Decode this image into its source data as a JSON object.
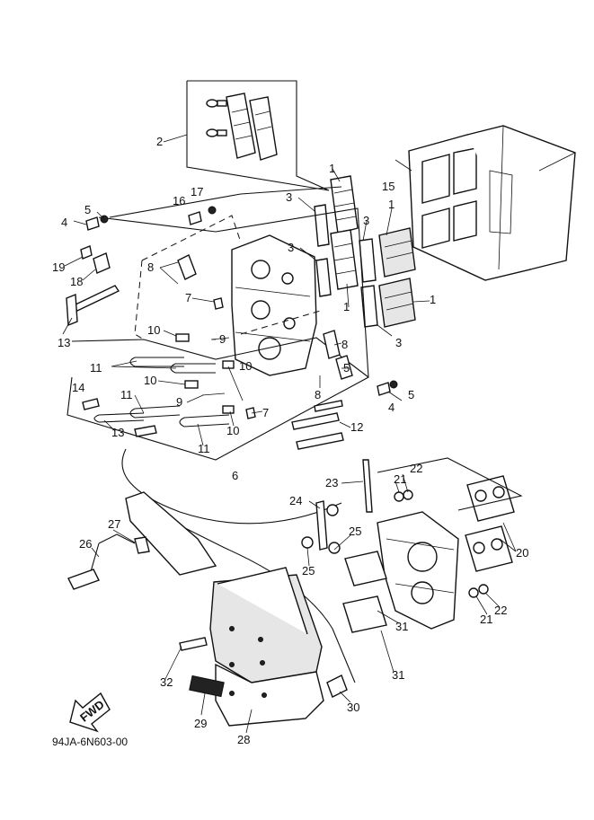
{
  "drawing_code": "94JA-6N603-00",
  "fwd_label": "FWD",
  "callouts": {
    "c1a": "1",
    "c1b": "1",
    "c1c": "1",
    "c2": "2",
    "c3a": "3",
    "c3b": "3",
    "c3c": "3",
    "c3d": "3",
    "c4a": "4",
    "c4b": "4",
    "c5a": "5",
    "c5b": "5",
    "c6": "6",
    "c7a": "7",
    "c7b": "7",
    "c8a": "8",
    "c8b": "8",
    "c8c": "8",
    "c9a": "9",
    "c9b": "9",
    "c10a": "10",
    "c10b": "10",
    "c10c": "10",
    "c10d": "10",
    "c11a": "11",
    "c11b": "11",
    "c11c": "11",
    "c12": "12",
    "c13a": "13",
    "c13b": "13",
    "c14": "14",
    "c15": "15",
    "c16": "16",
    "c17": "17",
    "c18": "18",
    "c19": "19",
    "c20": "20",
    "c21a": "21",
    "c21b": "21",
    "c22a": "22",
    "c22b": "22",
    "c23": "23",
    "c24": "24",
    "c25a": "25",
    "c25b": "25",
    "c26": "26",
    "c27": "27",
    "c28": "28",
    "c29": "29",
    "c30": "30",
    "c31a": "31",
    "c31b": "31",
    "c32": "32"
  }
}
